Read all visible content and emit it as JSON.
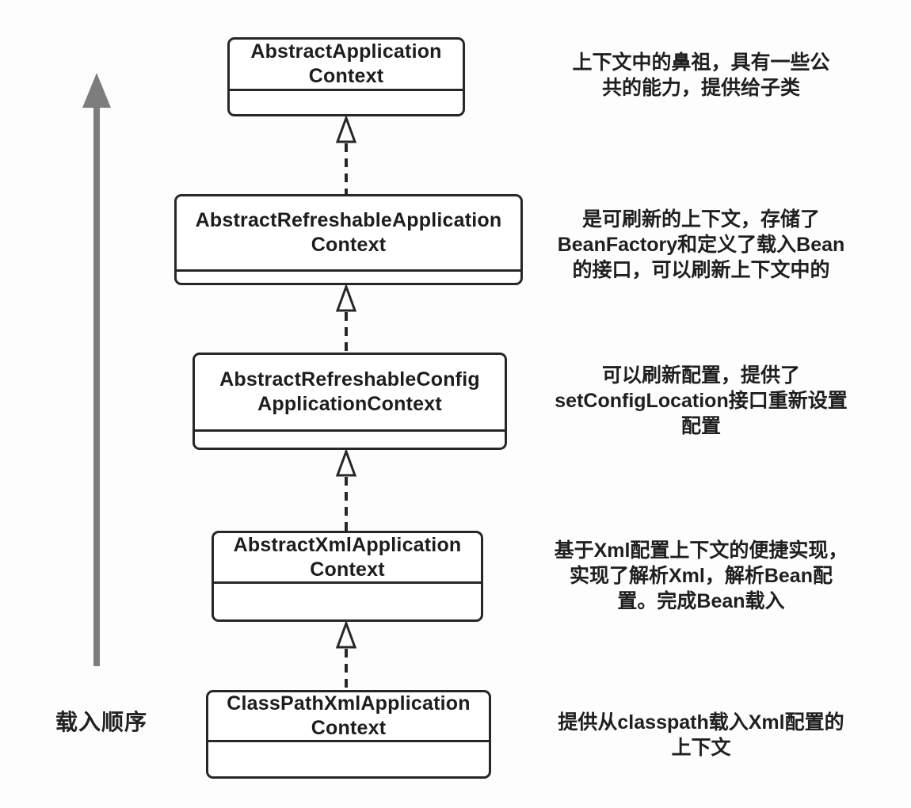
{
  "diagram": {
    "kind": "uml-class-inheritance-diagram",
    "order_label": "载入顺序",
    "colors": {
      "background": "#fdfdfd",
      "box_stroke": "#272727",
      "text": "#1d1d1d",
      "order_arrow": "#7d7d7d"
    },
    "classes": [
      {
        "name_line1": "AbstractApplication",
        "name_line2": "Context",
        "annotation": "上下文中的鼻祖，具有一些公\n共的能力，提供给子类"
      },
      {
        "name_line1": "AbstractRefreshableApplication",
        "name_line2": "Context",
        "annotation": "是可刷新的上下文，存储了\nBeanFactory和定义了载入Bean\n的接口，可以刷新上下文中的"
      },
      {
        "name_line1": "AbstractRefreshableConfig",
        "name_line2": "ApplicationContext",
        "annotation": "可以刷新配置，提供了\nsetConfigLocation接口重新设置\n配置"
      },
      {
        "name_line1": "AbstractXmlApplication",
        "name_line2": "Context",
        "annotation": "基于Xml配置上下文的便捷实现，\n实现了解析Xml，解析Bean配\n置。完成Bean载入"
      },
      {
        "name_line1": "ClassPathXmlApplication",
        "name_line2": "Context",
        "annotation": "提供从classpath载入Xml配置的\n上下文"
      }
    ],
    "relationships": [
      {
        "from": "AbstractRefreshableApplicationContext",
        "to": "AbstractApplicationContext",
        "type": "inheritance-dashed-hollow-arrow"
      },
      {
        "from": "AbstractRefreshableConfigApplicationContext",
        "to": "AbstractRefreshableApplicationContext",
        "type": "inheritance-dashed-hollow-arrow"
      },
      {
        "from": "AbstractXmlApplicationContext",
        "to": "AbstractRefreshableConfigApplicationContext",
        "type": "inheritance-dashed-hollow-arrow"
      },
      {
        "from": "ClassPathXmlApplicationContext",
        "to": "AbstractXmlApplicationContext",
        "type": "inheritance-dashed-hollow-arrow"
      }
    ]
  }
}
